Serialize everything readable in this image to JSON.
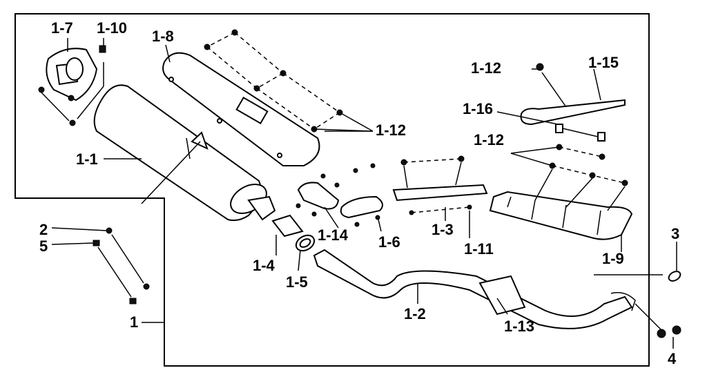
{
  "labels": {
    "l_1_7": "1-7",
    "l_1_10": "1-10",
    "l_1_8": "1-8",
    "l_1_12_a": "1-12",
    "l_1_15": "1-15",
    "l_1_16": "1-16",
    "l_1_12_b": "1-12",
    "l_1_12_c": "1-12",
    "l_1_1": "1-1",
    "l_2": "2",
    "l_5": "5",
    "l_1_14": "1-14",
    "l_1_6": "1-6",
    "l_1_3": "1-3",
    "l_1_11": "1-11",
    "l_3": "3",
    "l_1_4": "1-4",
    "l_1_5": "1-5",
    "l_1_9": "1-9",
    "l_1_2": "1-2",
    "l_1_13": "1-13",
    "l_1": "1",
    "l_4": "4"
  }
}
